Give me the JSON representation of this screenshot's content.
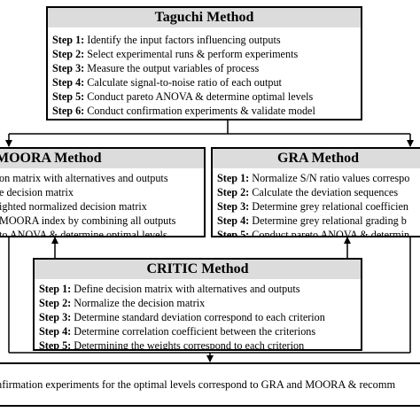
{
  "taguchi": {
    "title": "Taguchi Method",
    "steps": [
      {
        "label": "Step 1:",
        "text": " Identify the input factors influencing outputs"
      },
      {
        "label": "Step 2:",
        "text": " Select experimental runs & perform experiments"
      },
      {
        "label": "Step 3:",
        "text": " Measure the output variables of process"
      },
      {
        "label": "Step 4:",
        "text": " Calculate signal-to-noise ratio of each output"
      },
      {
        "label": "Step 5:",
        "text": " Conduct pareto ANOVA & determine optimal levels"
      },
      {
        "label": "Step 6:",
        "text": " Conduct confirmation experiments & validate model"
      }
    ]
  },
  "moora": {
    "title": "MOORA Method",
    "steps": [
      {
        "label": "",
        "text": "on matrix with alternatives and outputs"
      },
      {
        "label": "",
        "text": "e decision matrix"
      },
      {
        "label": "",
        "text": "ighted normalized decision matrix"
      },
      {
        "label": "",
        "text": "MOORA index by combining all outputs"
      },
      {
        "label": "",
        "text": "to ANOVA & determine optimal levels"
      }
    ]
  },
  "gra": {
    "title": "GRA Method",
    "steps": [
      {
        "label": "Step 1:",
        "text": " Normalize S/N ratio values correspo"
      },
      {
        "label": "Step 2:",
        "text": " Calculate the deviation sequences"
      },
      {
        "label": "Step 3:",
        "text": " Determine grey relational coefficien"
      },
      {
        "label": "Step 4:",
        "text": " Determine grey relational grading b"
      },
      {
        "label": "Step 5:",
        "text": " Conduct pareto ANOVA & determin"
      }
    ]
  },
  "critic": {
    "title": "CRITIC Method",
    "steps": [
      {
        "label": "Step 1:",
        "text": " Define decision matrix with alternatives and outputs"
      },
      {
        "label": "Step 2:",
        "text": " Normalize the decision matrix"
      },
      {
        "label": "Step 3:",
        "text": " Determine standard deviation correspond to each criterion"
      },
      {
        "label": "Step 4:",
        "text": " Determine correlation coefficient between the criterions"
      },
      {
        "label": "Step 5:",
        "text": " Determining the weights correspond to each criterion"
      }
    ]
  },
  "bottom": {
    "text": "nfirmation experiments for the optimal levels correspond to GRA and MOORA & recomm"
  }
}
